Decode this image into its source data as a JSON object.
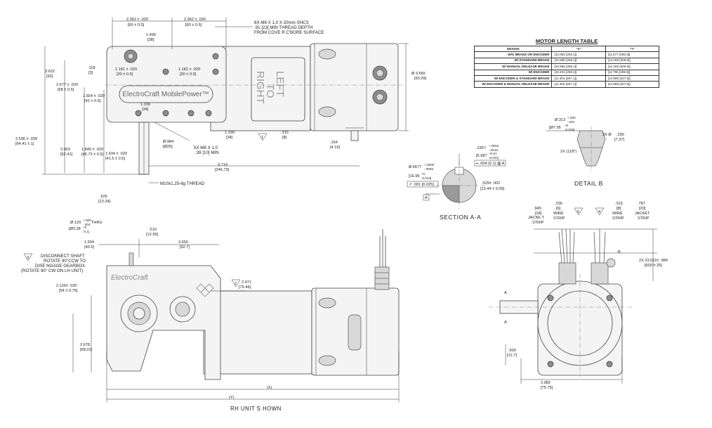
{
  "top_view": {
    "dims": {
      "d1": "2.362 ± .020",
      "d1m": "[60 ± 0.5]",
      "d2": "2.362 ± .020",
      "d2m": "[60 ± 0.5]",
      "d3": "1.496",
      "d3m": "[38]",
      "d4": "3.622",
      "d4m": "[92]",
      "d5": ".118",
      "d5m": "[3]",
      "d6": "1.181 ± .020",
      "d6m": "[30 ± 0.5]",
      "d7": "1.181 ± .020",
      "d7m": "[30 ± 0.5]",
      "d8": "2.677 ± .020",
      "d8m": "[68 ± 0.5]",
      "d9": "1.654 ± .020",
      "d9m": "[42 ± 0.5]",
      "d10": "1.339",
      "d10m": "[34]",
      "d11": "1.339",
      "d11m": "[34]",
      "d12": ".315",
      "d12m": "[8]",
      "d13": ".164",
      "d13m": "[4.16]",
      "d14": "2.536 ± .039",
      "d14m": "[64.41 ± 1]",
      "d15": "2.063",
      "d15m": "[52.41]",
      "d16": "1.840 ± .020",
      "d16m": "[46.73 ± 0.5]",
      "d17": "1.634 ± .020",
      "d17m": "[41.5 ± 0.5]",
      "d18": "Ø.984",
      "d18m": "[Ø25]",
      "d19": "9.714",
      "d19m": "[246.73]",
      "d20": ".525",
      "d20m": "[13.34]",
      "d21": "Ø 3.665",
      "d21m": "[93.09]"
    },
    "notes": {
      "holes": [
        "6X M6 X 1.0 X 20mm SHCS",
        ".91 [23] MIN THREAD DEPTH",
        "FROM COVE R C'BORE SURFACE"
      ],
      "screws": [
        "5X M6 X 1.0",
        ".39 [10] MIN"
      ],
      "thread": "M10x1.25-6g THREAD",
      "balloon1": "1"
    },
    "brand": "ElectroCraft MobilePower™",
    "panel": [
      "LEFT",
      "TO",
      "RIGHT"
    ]
  },
  "table": {
    "title": "MOTOR LENGTH TABLE",
    "headers": [
      "DESIGN",
      "\"X\"",
      "\"Y\""
    ],
    "rows": [
      [
        "W/O BRAKE OR ENCODER",
        "[10.083 [256.1]]",
        "[11.677 [296.6]]"
      ],
      [
        "W/ STANDARD BRAKE",
        "[10.595 [269.1]]",
        "[12.189 [309.6]]"
      ],
      [
        "W/ MANUAL RELEASE BRAKE",
        "[10.595 [269.1]]",
        "[12.189 [309.6]]"
      ],
      [
        "W/ ENCODER",
        "[10.201 [259.1]]",
        "[11.795 [299.6]]"
      ],
      [
        "W/ ENCODER & STANDARD BRAKE",
        "[11.303 [287.1]]",
        "[12.898 [327.6]]"
      ],
      [
        "W/ ENCODER & MANUAL RELEASE BRAKE",
        "[11.303 [287.1]]",
        "[12.898 [327.6]]"
      ]
    ]
  },
  "detail_b": {
    "d1": "Ø.313",
    "d1tol_hi": "+.000",
    "d1tol_lo": "-.001",
    "d1m": "[Ø7.95",
    "d1m_hi": "+0",
    "d1m_lo": "-0.025]",
    "d2": "2X Ø",
    "d2v": ".290",
    "d2m": "[7.37]",
    "d3": "2X (118°)",
    "caption": "DETAIL  B"
  },
  "section_aa": {
    "d1": ".2357",
    "d1hi": "+.0004",
    "d1lo": "-.0016",
    "d1m": "[5.987",
    "d1mhi": "+0.01",
    "d1mlo": "-0.041]",
    "fcf": "⌖ .004 (0.1) Ⓜ A",
    "d2": "Ø.6677",
    "d2hi": "+.0000",
    "d2lo": "-.0005",
    "d2m": "[16.96",
    "d2mhi": "+0",
    "d2mlo": "-0.013]",
    "fcf2": "↗ .001 [0.025]",
    "d3": ".529± .002",
    "d3m": "[13.44 ± 0.05]",
    "datum": "A",
    "caption": "SECTION A-A"
  },
  "front_view": {
    "d1": "Ø.129",
    "d1hi": "+.000",
    "d1lo": "-.004",
    "d1t": "THRU",
    "d1m": "[Ø3.28",
    "d1mhi": "+0",
    "d1mlo": "-0.1]",
    "d2": ".510",
    "d2m": "[12.95]",
    "d3": "1.594",
    "d3m": "[40.5]",
    "d4": "3.650",
    "d4m": "[92.7]",
    "note3": [
      "DISCONNECT SHAFT",
      "ROTATE 90°CCW TO",
      "DISE NGAGE GEARBOX",
      "(ROTATE 90° CW ON LH UNIT)"
    ],
    "balloon3": "3",
    "balloon2": "2",
    "d5": "2.971",
    "d5m": "[75.46]",
    "d6": "2.126± .030",
    "d6m": "[54 ± 0.75]",
    "d7": "2.678",
    "d7m": "[68.01]",
    "x": "(X)",
    "y": "(Y)",
    "brand": "ElectroCraft",
    "caption": "RH  UNIT S HOWN"
  },
  "end_view": {
    "d1": ".945",
    "d1m": "[24]",
    "d1t": [
      "JACKE T",
      "STRIP"
    ],
    "d2": ".236",
    "d2m": "[6]",
    "d2t": [
      "WIRE",
      "STRIP"
    ],
    "d3": ".315",
    "d3m": "[8]",
    "d3t": [
      "WIRE",
      "STRIP"
    ],
    "d4": ".787",
    "d4m": "[20]",
    "d4t": [
      "JACKET",
      "STRIP"
    ],
    "balloon5": "5",
    "balloon4": "4",
    "d5": "2X 23.622± .984",
    "d5m": "[600 ± 25]",
    "d6": ".500",
    "d6m": "[12.7]",
    "d7": "2.982",
    "d7m": "[75.75]",
    "labA1": "A",
    "labA2": "A",
    "labB": "B"
  }
}
